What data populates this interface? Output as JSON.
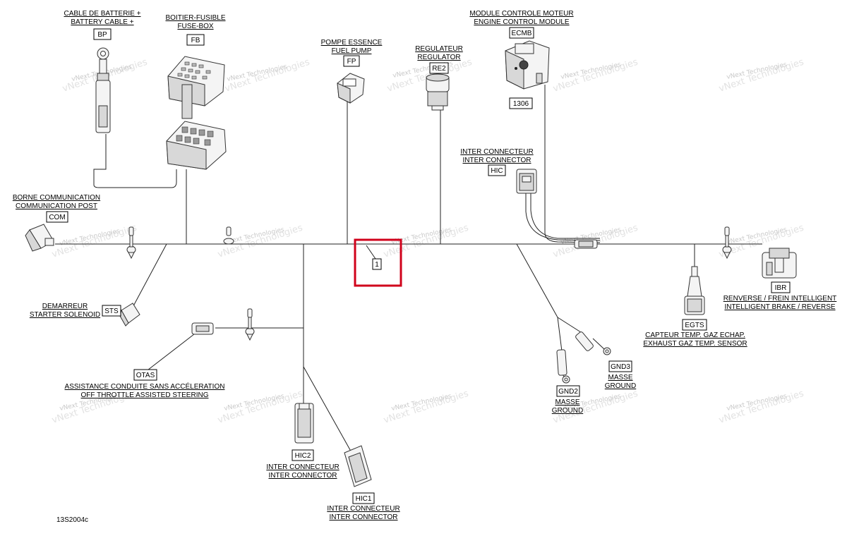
{
  "accent": "#d0021b",
  "components": {
    "bp": {
      "line1": "CABLE DE BATTERIE +",
      "line2": "BATTERY CABLE +",
      "code": "BP"
    },
    "fb": {
      "line1": "BOITIER-FUSIBLE",
      "line2": "FUSE-BOX",
      "code": "FB"
    },
    "fp": {
      "line1": "POMPE ESSENCE",
      "line2": "FUEL PUMP",
      "code": "FP"
    },
    "re2": {
      "line1": "REGULATEUR",
      "line2": "REGULATOR",
      "code": "RE2"
    },
    "ecmb": {
      "line1": "MODULE CONTROLE MOTEUR",
      "line2": "ENGINE CONTROL MODULE",
      "code": "ECMB",
      "subcode": "1306"
    },
    "hic": {
      "line1": "INTER CONNECTEUR",
      "line2": "INTER CONNECTOR",
      "code": "HIC"
    },
    "com": {
      "line1": "BORNE COMMUNICATION",
      "line2": "COMMUNICATION POST",
      "code": "COM"
    },
    "sts": {
      "line1": "DEMARREUR",
      "line2": "STARTER SOLENOID",
      "code": "STS"
    },
    "otas": {
      "line1": "ASSISTANCE CONDUITE SANS ACCÉLERATION",
      "line2": "OFF THROTTLE ASSISTED STEERING",
      "code": "OTAS"
    },
    "hic2": {
      "line1": "INTER CONNECTEUR",
      "line2": "INTER CONNECTOR",
      "code": "HIC2"
    },
    "hic1": {
      "line1": "INTER CONNECTEUR",
      "line2": "INTER CONNECTOR",
      "code": "HIC1"
    },
    "gnd2": {
      "line1": "MASSE",
      "line2": "GROUND",
      "code": "GND2"
    },
    "gnd3": {
      "line1": "MASSE",
      "line2": "GROUND",
      "code": "GND3"
    },
    "egts": {
      "line1": "CAPTEUR TEMP. GAZ ECHAP.",
      "line2": "EXHAUST GAZ TEMP. SENSOR",
      "code": "EGTS"
    },
    "ibr": {
      "line1": "RENVERSE / FREIN INTELLIGENT",
      "line2": "INTELLIGENT BRAKE / REVERSE",
      "code": "IBR"
    }
  },
  "callout": {
    "number": "1"
  },
  "figure_ref": "13S2004c",
  "watermark": {
    "small": "vNext Technologies",
    "large": "vNext Technologies"
  }
}
